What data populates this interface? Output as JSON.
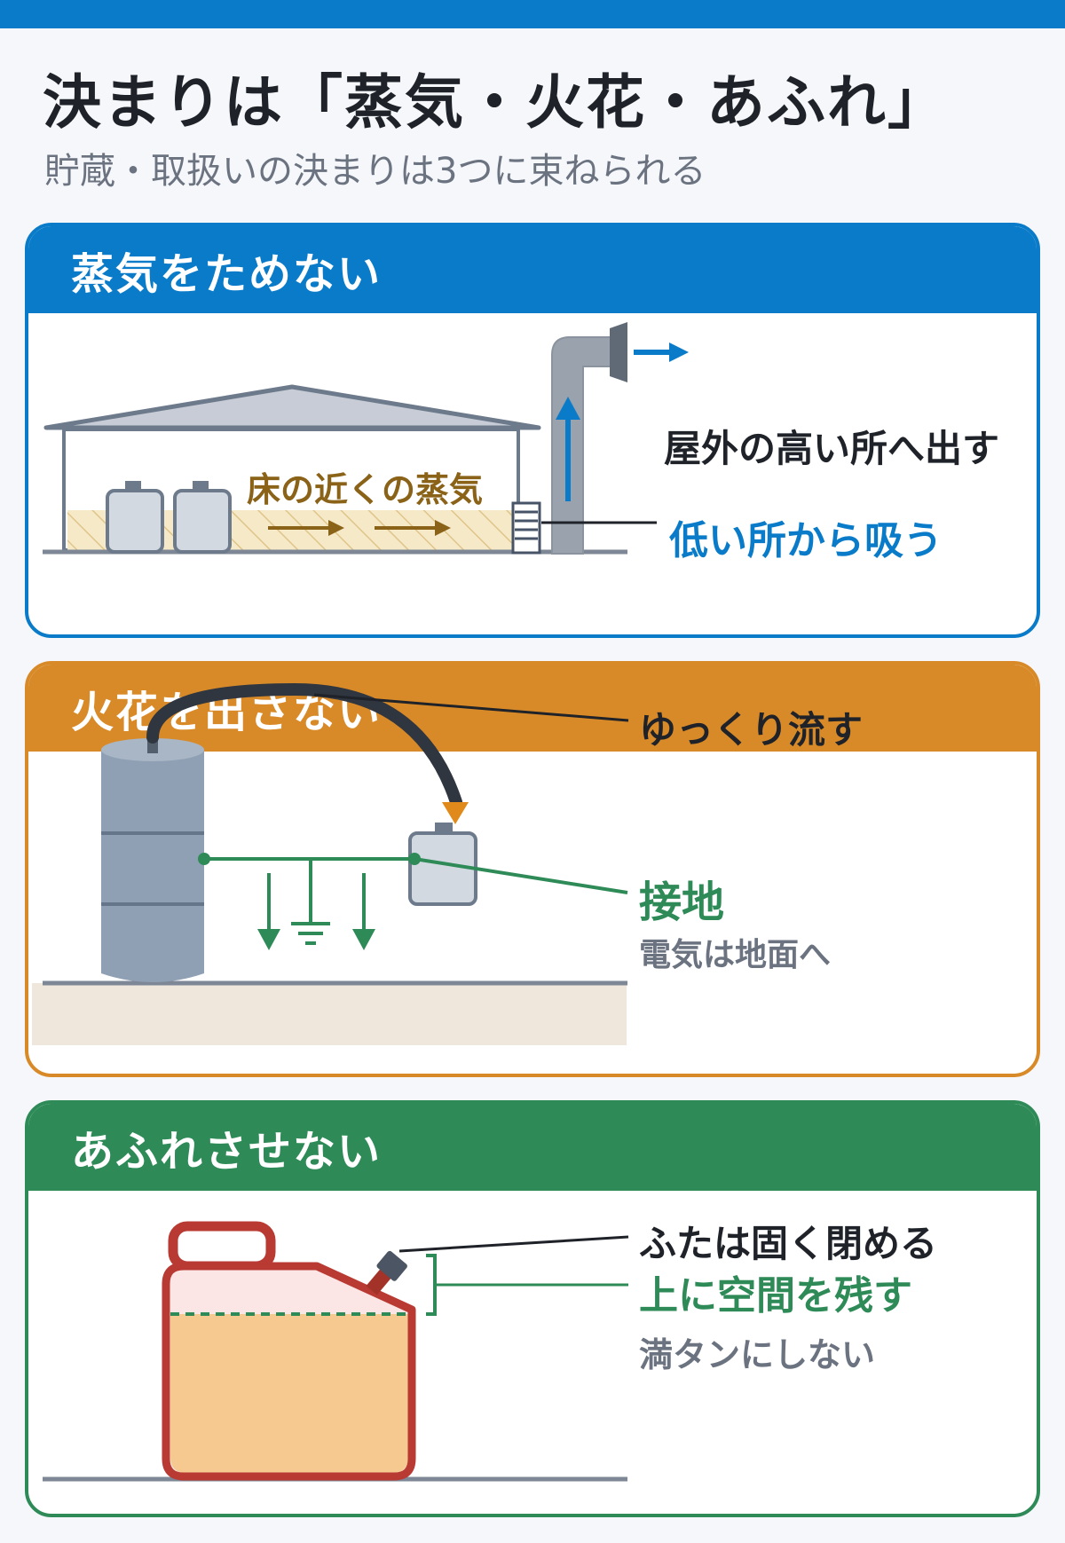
{
  "header": {
    "title": "決まりは「蒸気・火花・あふれ」",
    "subtitle": "貯蔵・取扱いの決まりは3つに束ねられる"
  },
  "cards": [
    {
      "heading": "蒸気をためない",
      "color": "#0a7bc8",
      "labels": {
        "floor_vapor": "床の近くの蒸気",
        "outdoor_high": "屋外の高い所へ出す",
        "low_intake": "低い所から吸う"
      }
    },
    {
      "heading": "火花を出さない",
      "color": "#d98a28",
      "labels": {
        "slow_flow": "ゆっくり流す",
        "grounding": "接地",
        "to_ground": "電気は地面へ"
      }
    },
    {
      "heading": "あふれさせない",
      "color": "#2e8b57",
      "labels": {
        "close_lid": "ふたは固く閉める",
        "leave_space": "上に空間を残す",
        "not_full": "満タンにしない"
      }
    }
  ],
  "icons": [
    "warehouse-icon",
    "can-icon",
    "vent-duct-icon",
    "drum-icon",
    "hose-icon",
    "ground-symbol-icon",
    "jerrycan-icon"
  ]
}
